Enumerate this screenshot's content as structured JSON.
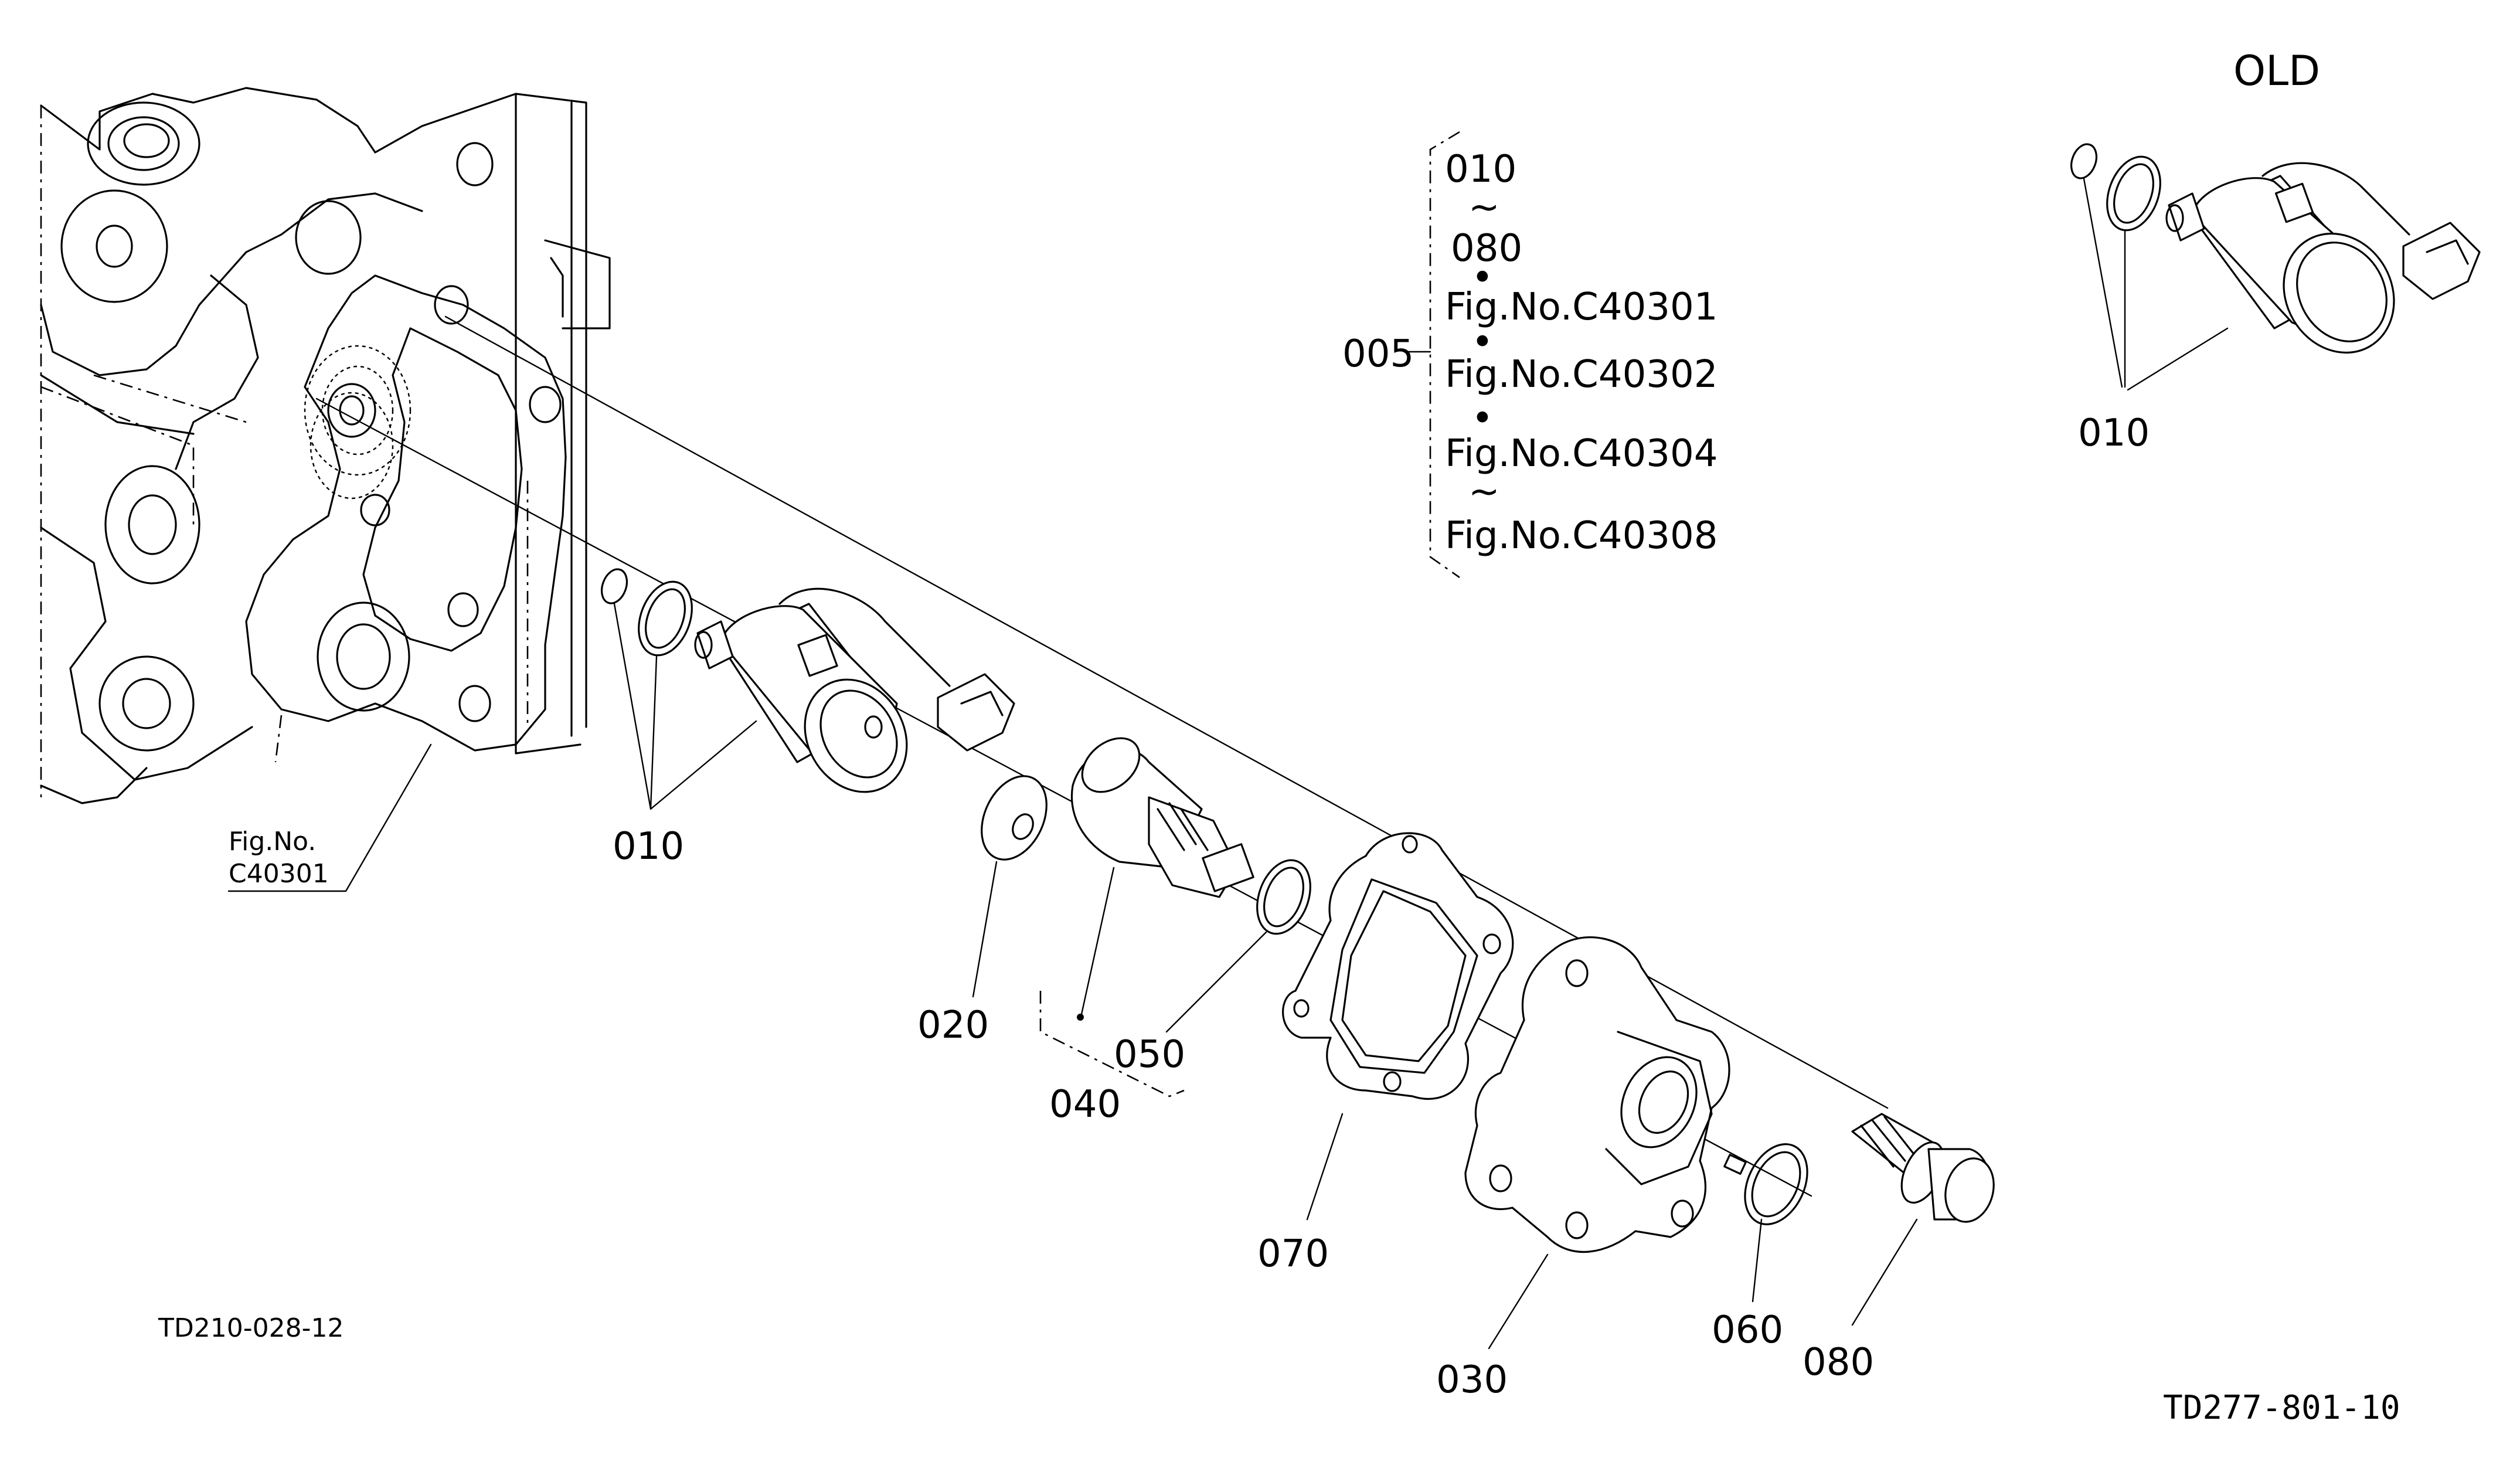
{
  "labels": {
    "old": "OLD",
    "p010_main": "010",
    "p010_old": "010",
    "p020": "020",
    "p030": "030",
    "p040": "040",
    "p050": "050",
    "p060": "060",
    "p070": "070",
    "p080": "080",
    "p005": "005"
  },
  "assembly_note": {
    "range_start": "010",
    "tilde1": "~",
    "range_end": "080",
    "dot1": "•",
    "fig1": "Fig.No.C40301",
    "dot2": "•",
    "fig2": "Fig.No.C40302",
    "dot3": "•",
    "fig3": "Fig.No.C40304",
    "tilde2": "~",
    "fig4": "Fig.No.C40308"
  },
  "figure_ref": {
    "line1": "Fig.No.",
    "line2": "C40301"
  },
  "codes": {
    "left": "TD210-028-12",
    "right": "TD277-801-10"
  },
  "icons": [
    "housing-drawing",
    "solenoid-icon",
    "o-ring-icon",
    "washer-icon",
    "valve-icon",
    "gasket-icon",
    "cover-icon",
    "snap-ring-icon",
    "bolt-icon"
  ]
}
